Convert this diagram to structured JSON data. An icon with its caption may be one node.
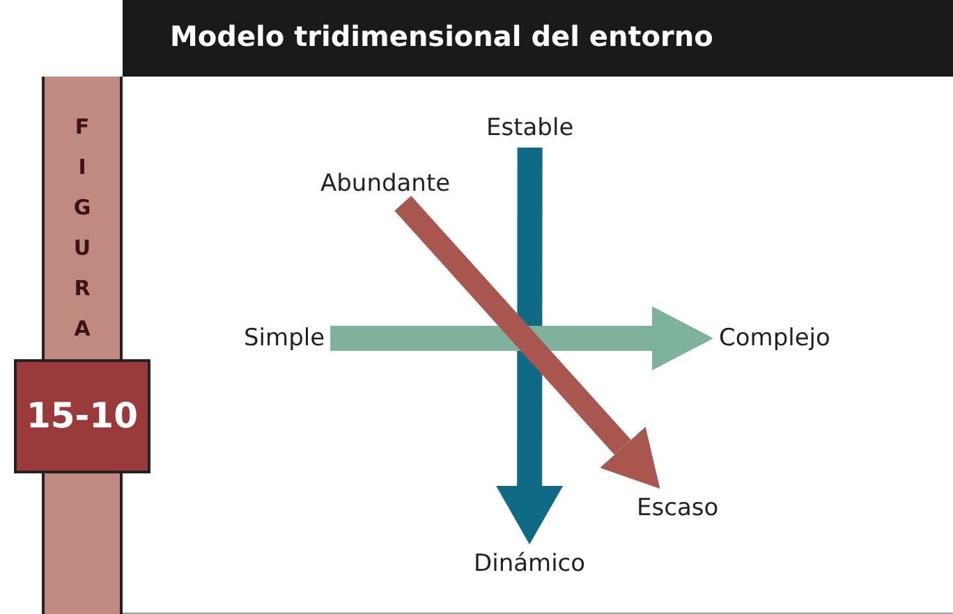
{
  "diagram": {
    "title": "Modelo tridimensional del entorno",
    "nodes": [
      {
        "text": [
          "Estable"
        ]
      },
      {
        "text": [
          "Abundante"
        ]
      },
      {
        "text": [
          "Simple"
        ]
      },
      {
        "text": [
          "Complejo"
        ]
      },
      {
        "text": [
          "Escaso"
        ]
      },
      {
        "text": [
          "Dinámico"
        ]
      }
    ],
    "edges": [
      {
        "from": 0,
        "to": 5,
        "arrow": "to",
        "color": "#0f6a85"
      },
      {
        "from": 2,
        "to": 3,
        "arrow": "to",
        "color": "#7fb29d"
      },
      {
        "from": 1,
        "to": 4,
        "arrow": "to",
        "color": "#a9574e"
      }
    ],
    "labels": [
      "FIGURA",
      "15-10"
    ]
  }
}
